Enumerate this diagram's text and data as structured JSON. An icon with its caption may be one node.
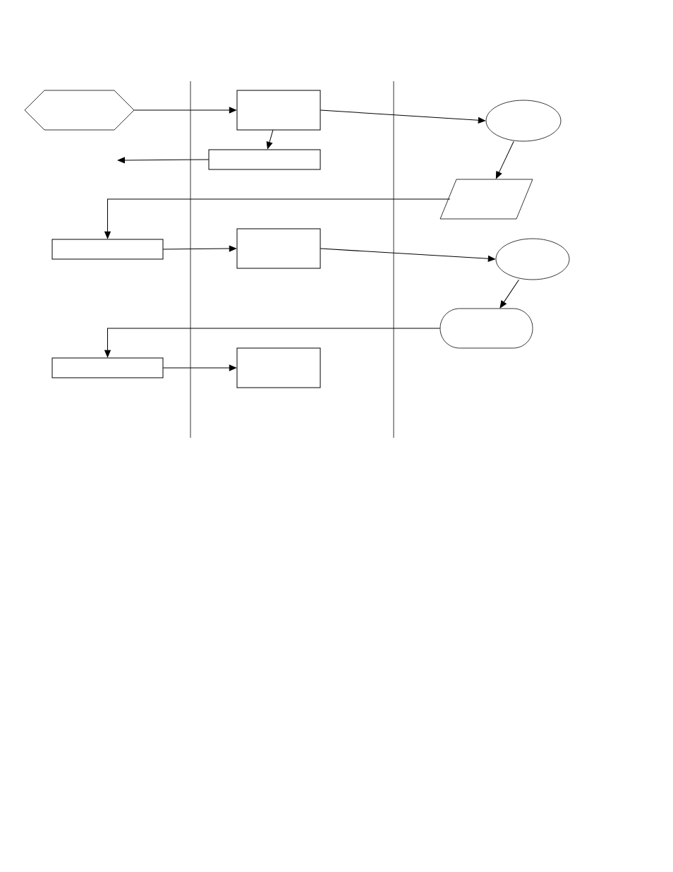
{
  "diagram": {
    "nodes": [
      {
        "text": [],
        "shape": "hexagon"
      },
      {
        "text": [],
        "shape": "box"
      },
      {
        "text": [],
        "shape": "box"
      },
      {
        "text": [],
        "shape": "ellipse"
      },
      {
        "text": [],
        "shape": "parallelogram"
      },
      {
        "text": [],
        "shape": "box"
      },
      {
        "text": [],
        "shape": "box"
      },
      {
        "text": [],
        "shape": "ellipse"
      },
      {
        "text": [],
        "shape": "terminal"
      },
      {
        "text": [],
        "shape": "box"
      },
      {
        "text": [],
        "shape": "box"
      }
    ],
    "edges": [
      {
        "from": 0,
        "to": 1,
        "arrow": "to"
      },
      {
        "from": 1,
        "to": 2,
        "arrow": "to"
      },
      {
        "from": 2,
        "to": null,
        "arrow": "to"
      },
      {
        "from": 1,
        "to": 3,
        "arrow": "to"
      },
      {
        "from": 3,
        "to": 4,
        "arrow": "to"
      },
      {
        "from": 4,
        "to": 5,
        "arrow": "to"
      },
      {
        "from": 5,
        "to": 6,
        "arrow": "to"
      },
      {
        "from": 6,
        "to": 7,
        "arrow": "to"
      },
      {
        "from": 7,
        "to": 8,
        "arrow": "to"
      },
      {
        "from": 8,
        "to": 9,
        "arrow": "to"
      },
      {
        "from": 9,
        "to": 10,
        "arrow": "to"
      }
    ]
  }
}
